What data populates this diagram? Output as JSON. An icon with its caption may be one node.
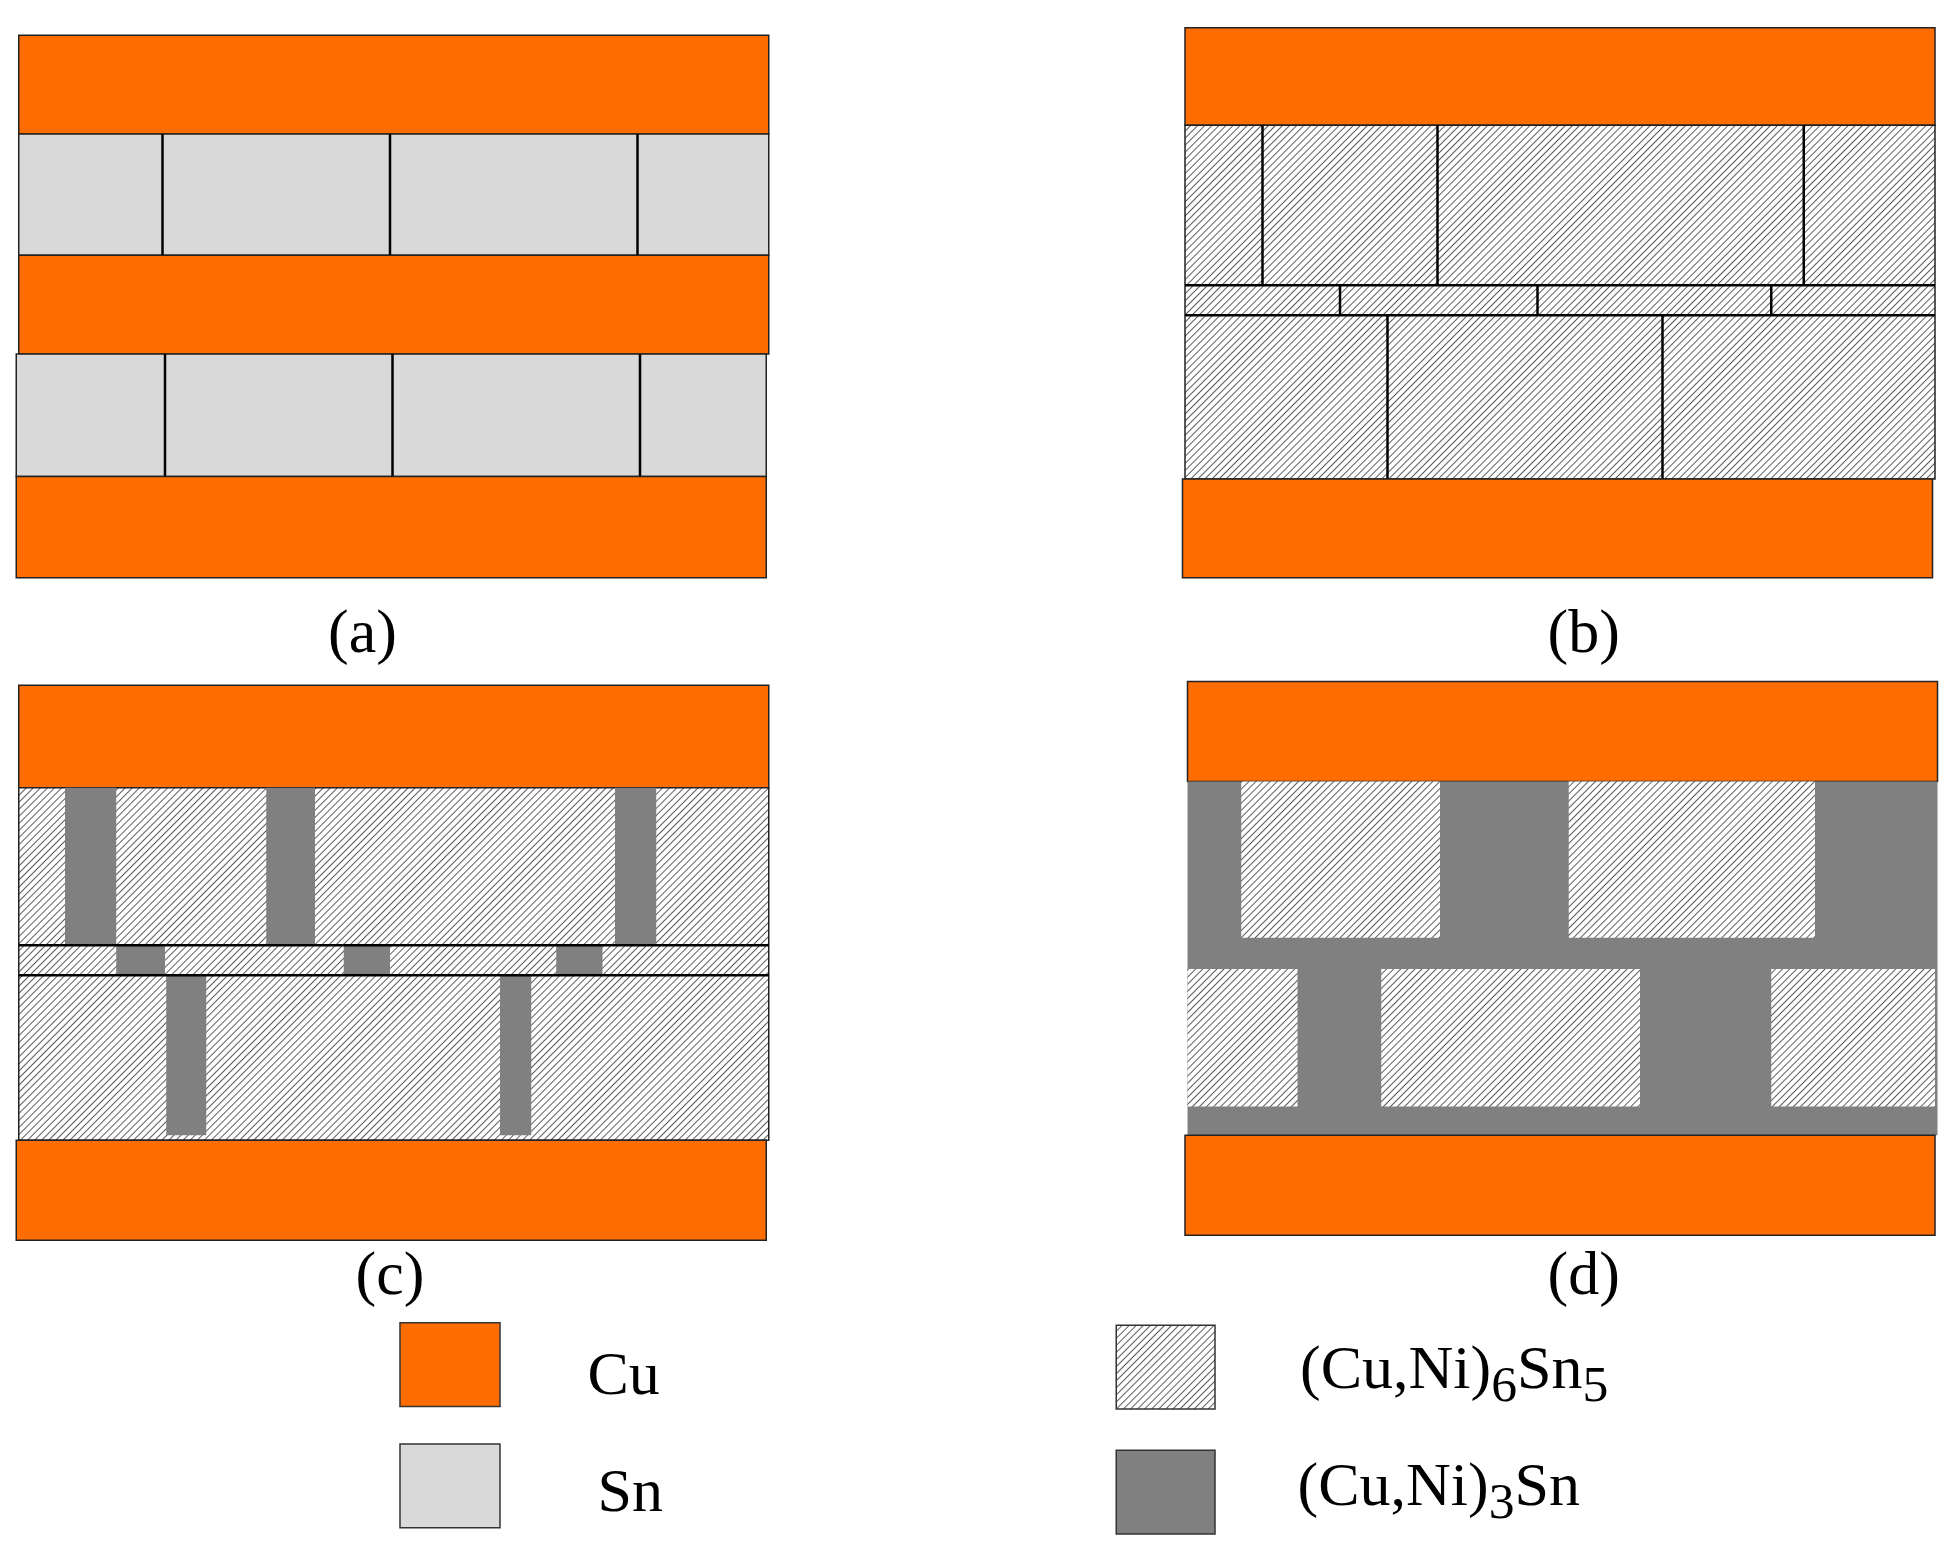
{
  "diagram": {
    "labels": [
      "(a)",
      "(b)",
      "(c)",
      "(d)"
    ],
    "legend": [
      {
        "text": "Cu",
        "color": "#ff6d00"
      },
      {
        "text": "Sn",
        "color": "#d9d9d9"
      },
      {
        "text": "(Cu,Ni)$_{6}$Sn$_{5}$"
      },
      {
        "text": "(Cu,Ni)$_{3}$Sn",
        "color": "#808080"
      }
    ]
  }
}
